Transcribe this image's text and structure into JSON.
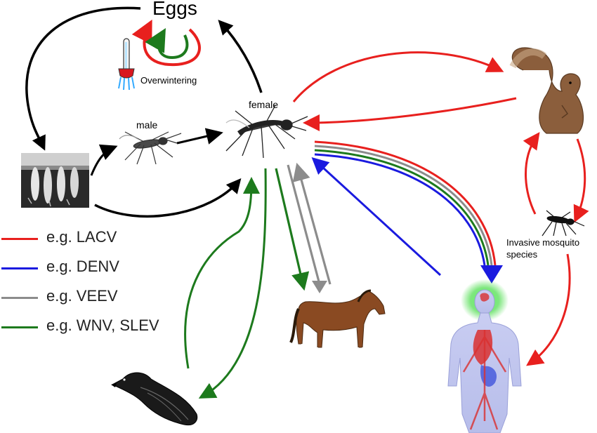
{
  "labels": {
    "eggs": "Eggs",
    "overwintering": "Overwintering",
    "female": "female",
    "male": "male",
    "invasive_line1": "Invasive mosquito",
    "invasive_line2": "species"
  },
  "legend": [
    {
      "text": "e.g. LACV",
      "color": "#e8201e"
    },
    {
      "text": "e.g. DENV",
      "color": "#1a1adf"
    },
    {
      "text": "e.g. VEEV",
      "color": "#8c8c8c"
    },
    {
      "text": "e.g. WNV, SLEV",
      "color": "#1d7a1d"
    }
  ],
  "colors": {
    "lacv": "#e8201e",
    "denv": "#1a1adf",
    "veev": "#8c8c8c",
    "wnv": "#1d7a1d",
    "lifecycle": "#000000"
  },
  "icons": [
    "thermometer-icon",
    "squirrel-icon",
    "horse-icon",
    "crow-icon",
    "human-body-icon",
    "mosquito-icon",
    "larvae-icon"
  ]
}
